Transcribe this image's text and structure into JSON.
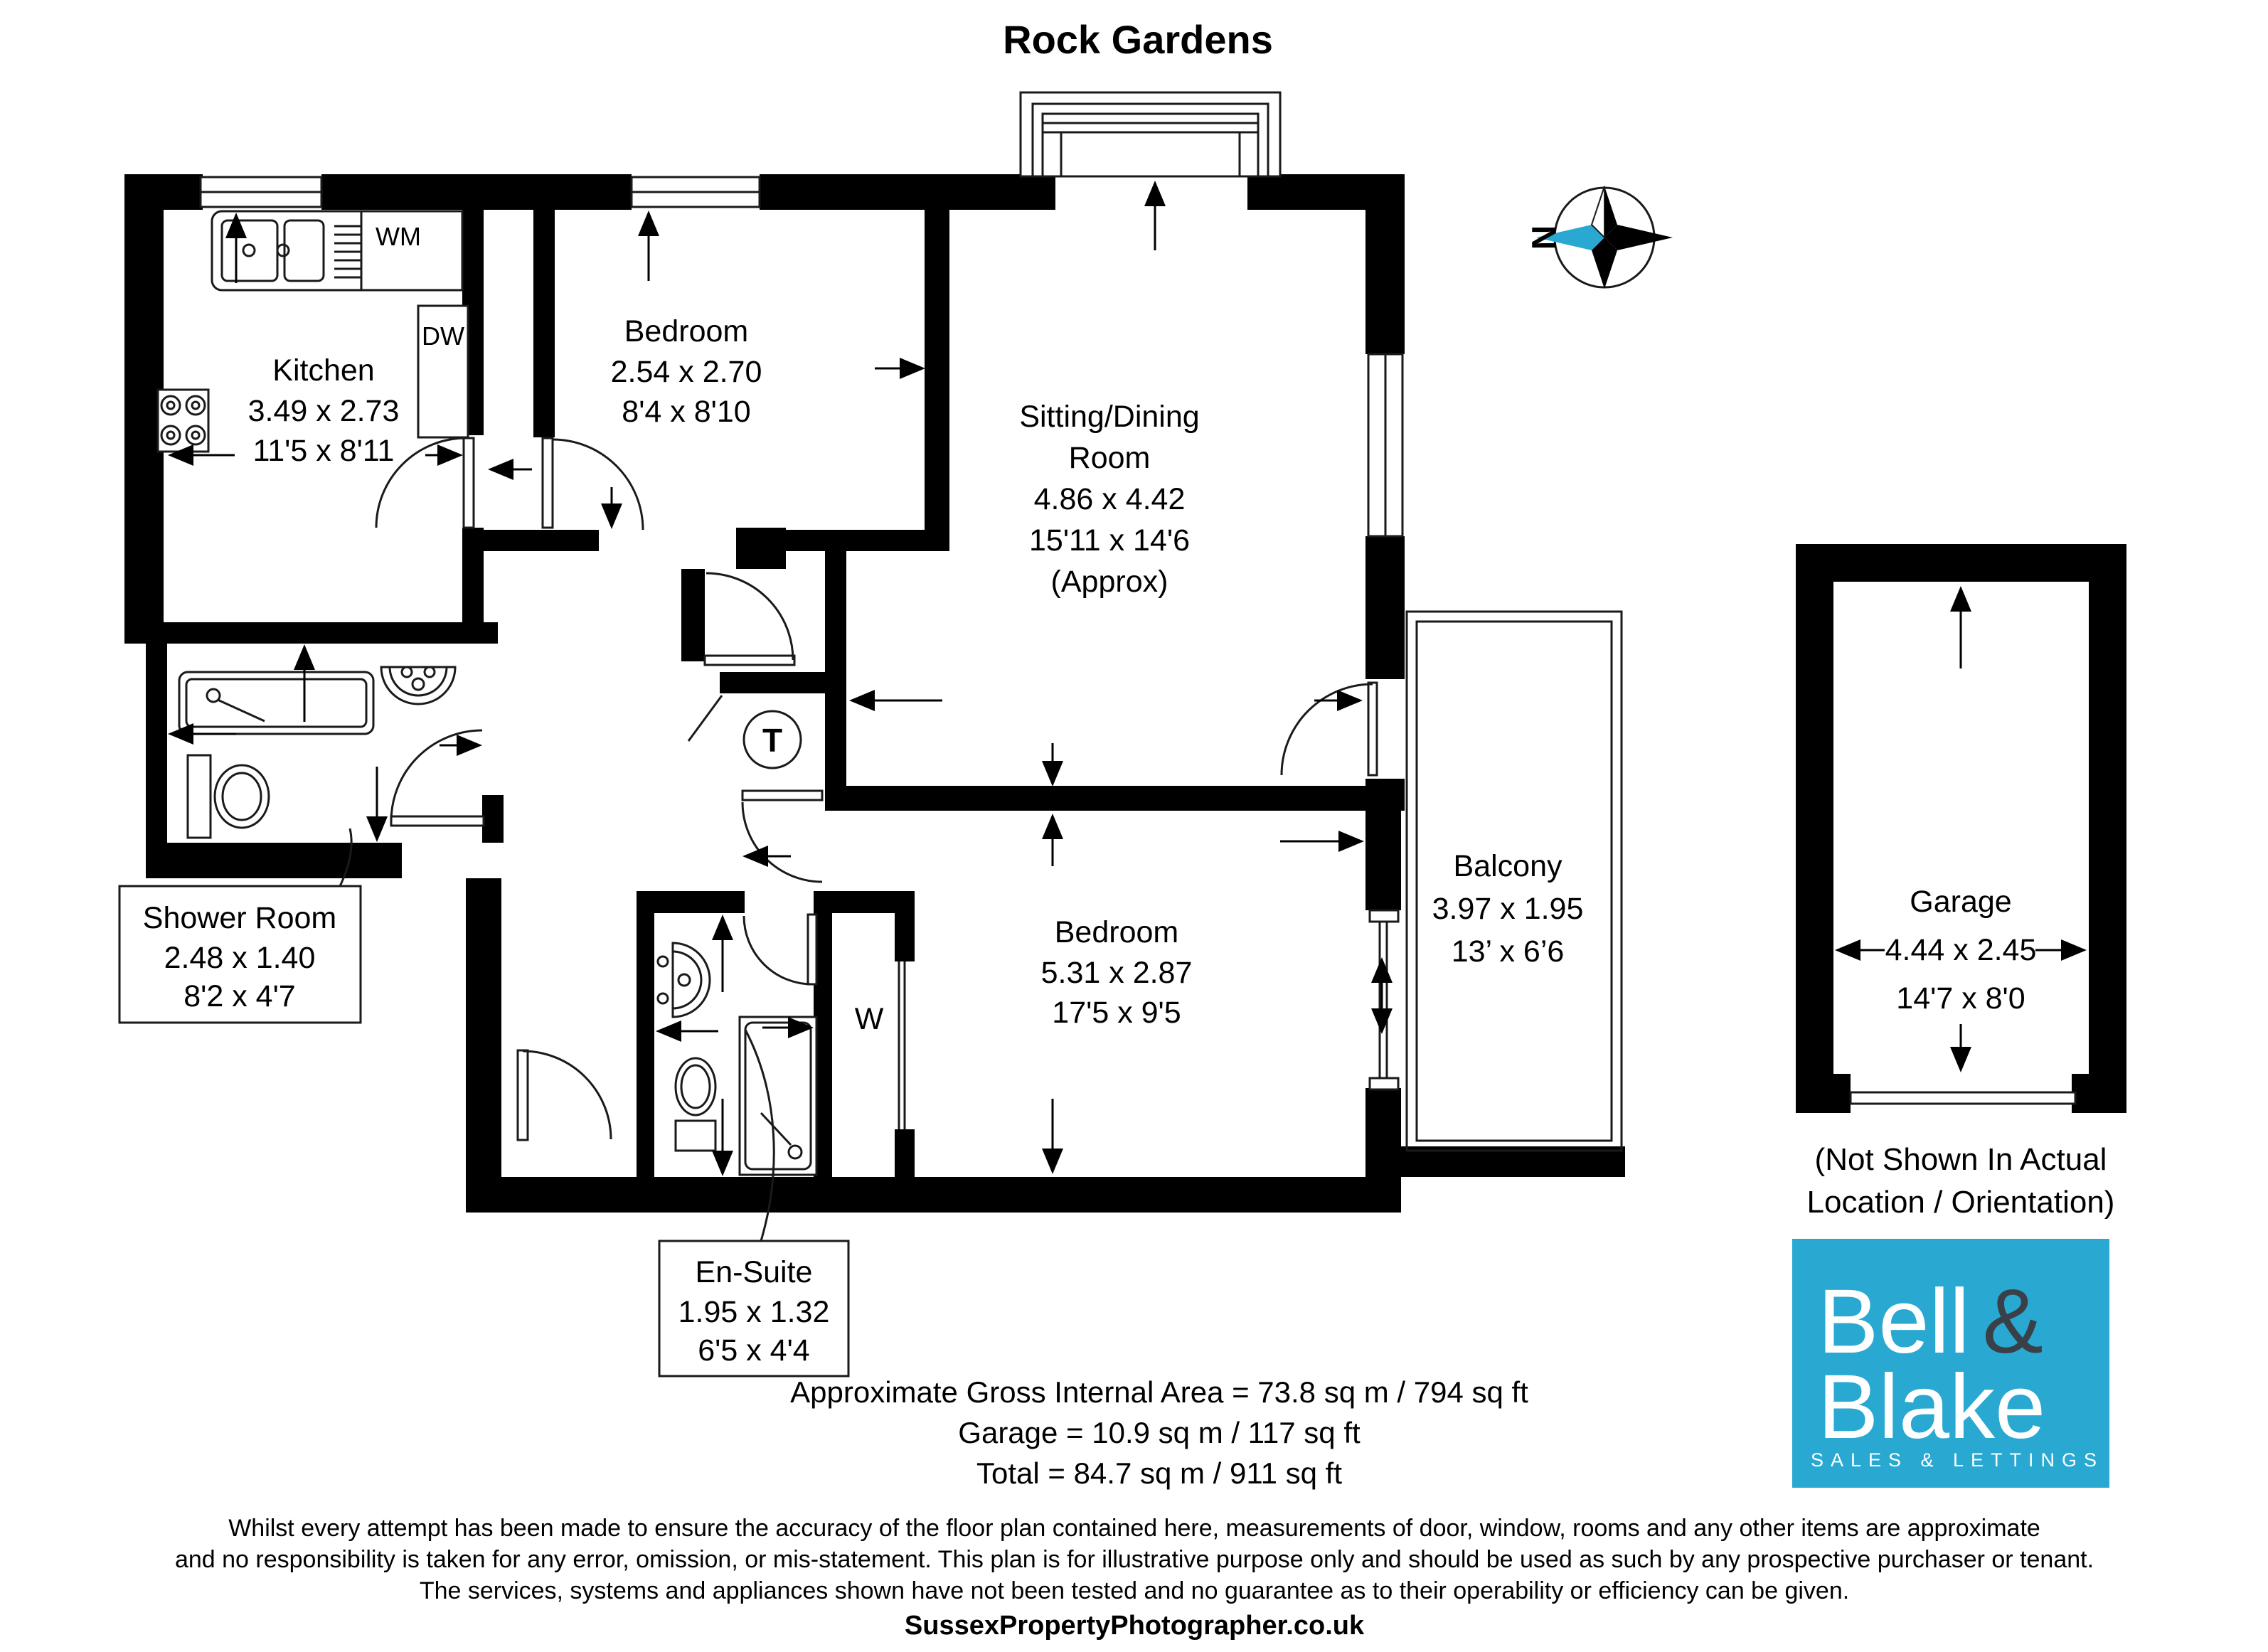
{
  "title": "Rock Gardens",
  "compass": {
    "north": "N"
  },
  "rooms": {
    "kitchen": {
      "name": "Kitchen",
      "metric": "3.49 x 2.73",
      "imperial": "11'5 x 8'11"
    },
    "bedroom1": {
      "name": "Bedroom",
      "metric": "2.54 x 2.70",
      "imperial": "8'4 x 8'10"
    },
    "sitting": {
      "name_line1": "Sitting/Dining",
      "name_line2": "Room",
      "metric": "4.86 x 4.42",
      "imperial": "15'11 x 14'6",
      "approx": "(Approx)"
    },
    "shower": {
      "name": "Shower Room",
      "metric": "2.48 x 1.40",
      "imperial": "8'2 x 4'7"
    },
    "ensuite": {
      "name": "En-Suite",
      "metric": "1.95 x 1.32",
      "imperial": "6'5 x 4'4"
    },
    "bedroom2": {
      "name": "Bedroom",
      "metric": "5.31 x 2.87",
      "imperial": "17'5 x 9'5"
    },
    "balcony": {
      "name": "Balcony",
      "metric": "3.97 x 1.95",
      "imperial": "13’ x 6’6"
    },
    "garage": {
      "name": "Garage",
      "metric": "4.44 x 2.45",
      "imperial": "14'7 x 8'0",
      "note1": "(Not Shown In Actual",
      "note2": "Location / Orientation)"
    }
  },
  "appliances": {
    "washing_machine": "WM",
    "dishwasher": "DW",
    "wardrobe": "W",
    "tank": "T"
  },
  "areas": {
    "line1": "Approximate Gross Internal Area = 73.8 sq m / 794 sq ft",
    "line2": "Garage = 10.9 sq m / 117 sq ft",
    "line3": "Total = 84.7 sq m / 911 sq ft"
  },
  "disclaimer": {
    "line1": "Whilst every attempt has been made to ensure the accuracy of the floor plan contained here, measurements of door, window, rooms and any other items are approximate",
    "line2": "and no responsibility is taken for any error, omission, or mis-statement. This plan is for illustrative purpose only and should be used as such by any prospective purchaser or tenant.",
    "line3": "The services, systems and appliances shown have not been tested and no guarantee as to their operability or efficiency can be given.",
    "website": "SussexPropertyPhotographer.co.uk"
  },
  "logo": {
    "name1": "Bell",
    "amp": "&",
    "name2": "Blake",
    "tagline": "SALES & LETTINGS",
    "accent_color": "#29a9d2"
  }
}
